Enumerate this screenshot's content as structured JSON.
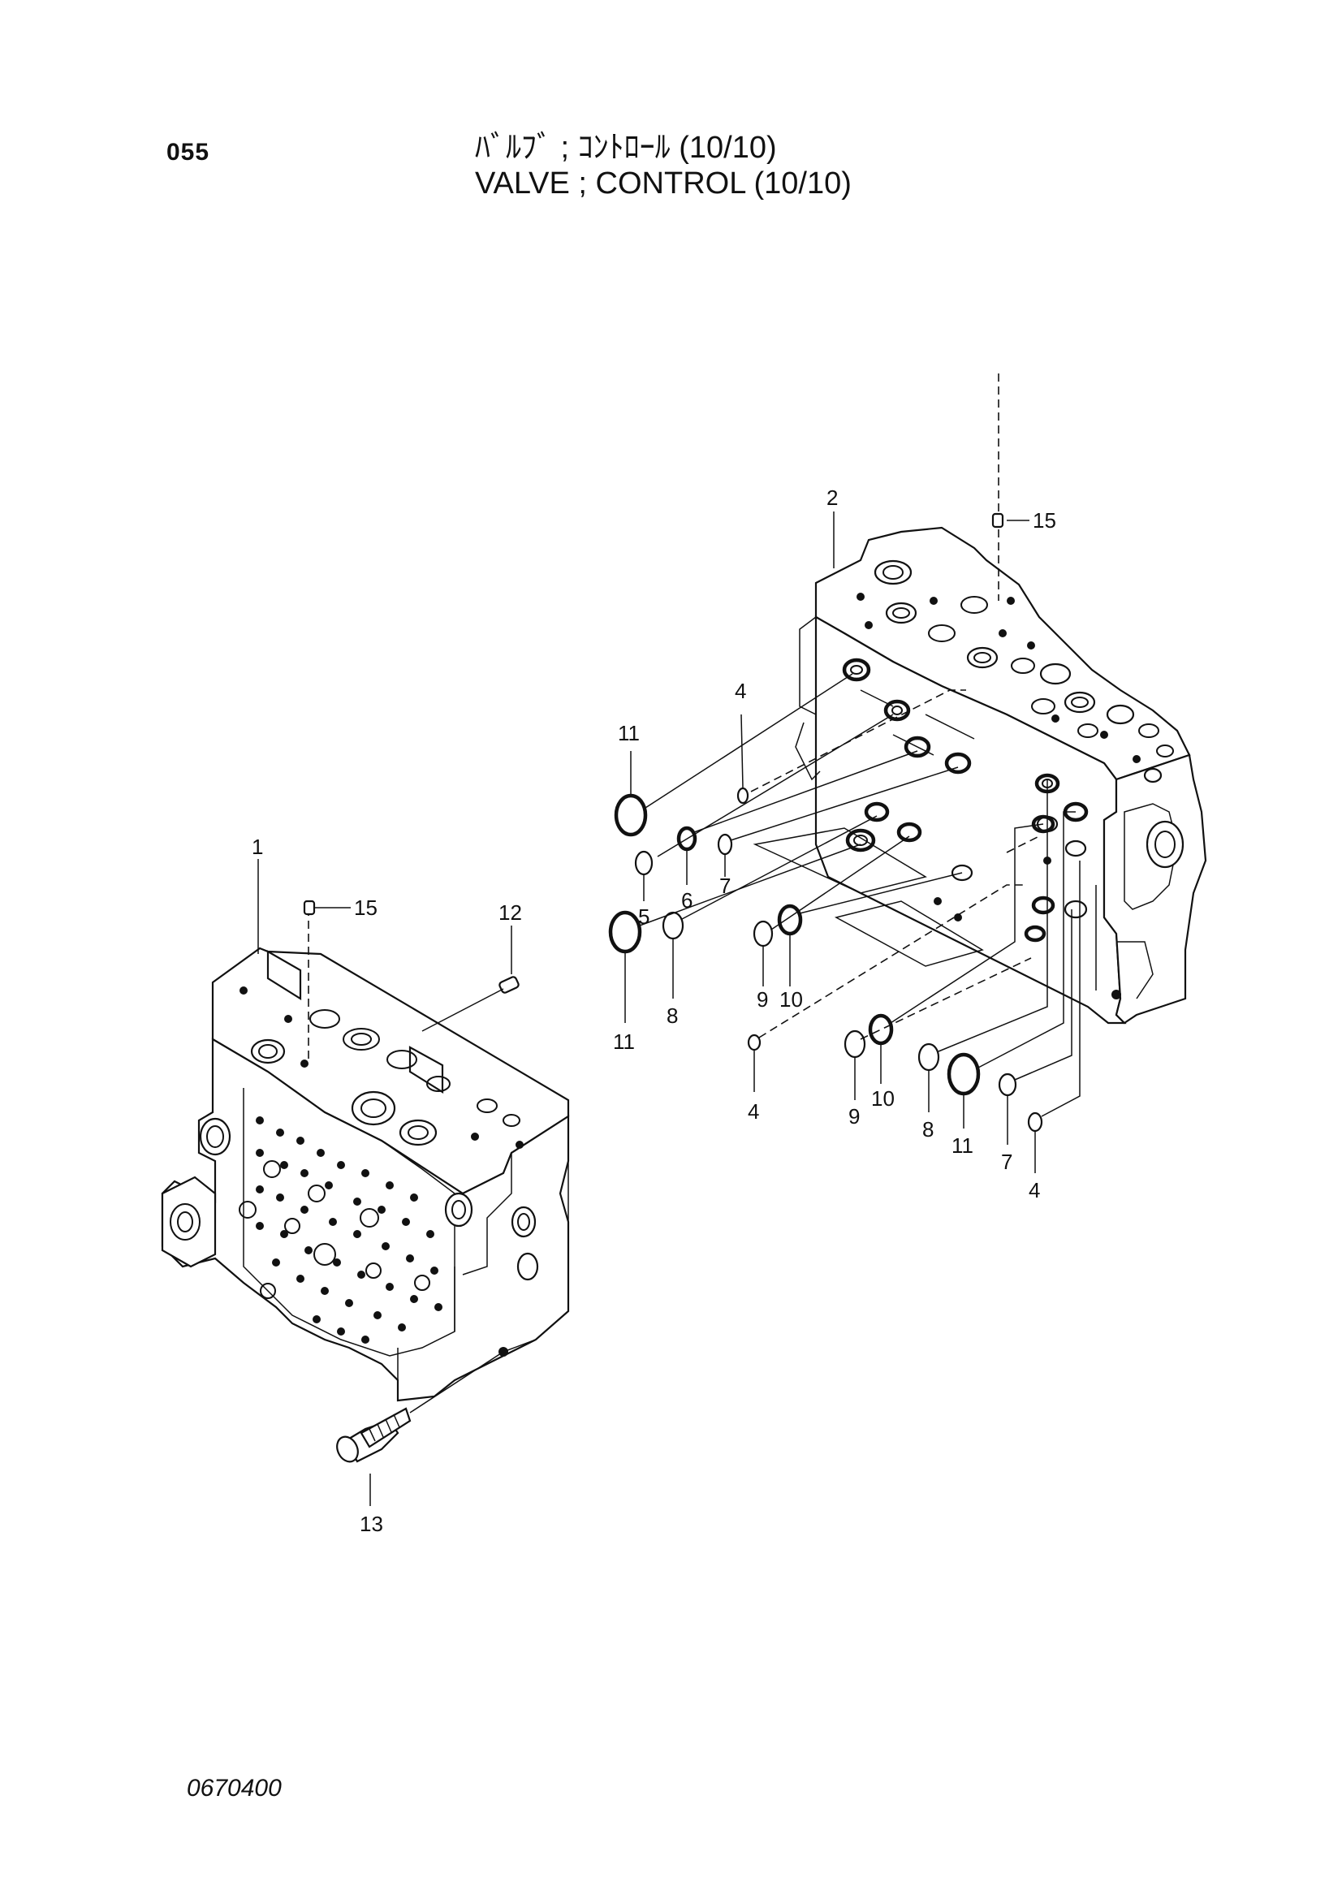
{
  "header": {
    "page_number": "055",
    "title_jp": "ﾊﾞﾙﾌﾞ ; ｺﾝﾄﾛｰﾙ (10/10)",
    "title_en": "VALVE ; CONTROL (10/10)"
  },
  "footer": {
    "drawing_number": "0670400"
  },
  "callouts": {
    "c1": "1",
    "c2": "2",
    "c4a": "4",
    "c4b": "4",
    "c4c": "4",
    "c5": "5",
    "c6": "6",
    "c7a": "7",
    "c7b": "7",
    "c8a": "8",
    "c8b": "8",
    "c9a": "9",
    "c9b": "9",
    "c10a": "10",
    "c10b": "10",
    "c11a": "11",
    "c11b": "11",
    "c11c": "11",
    "c12": "12",
    "c13": "13",
    "c15a": "15",
    "c15b": "15"
  }
}
